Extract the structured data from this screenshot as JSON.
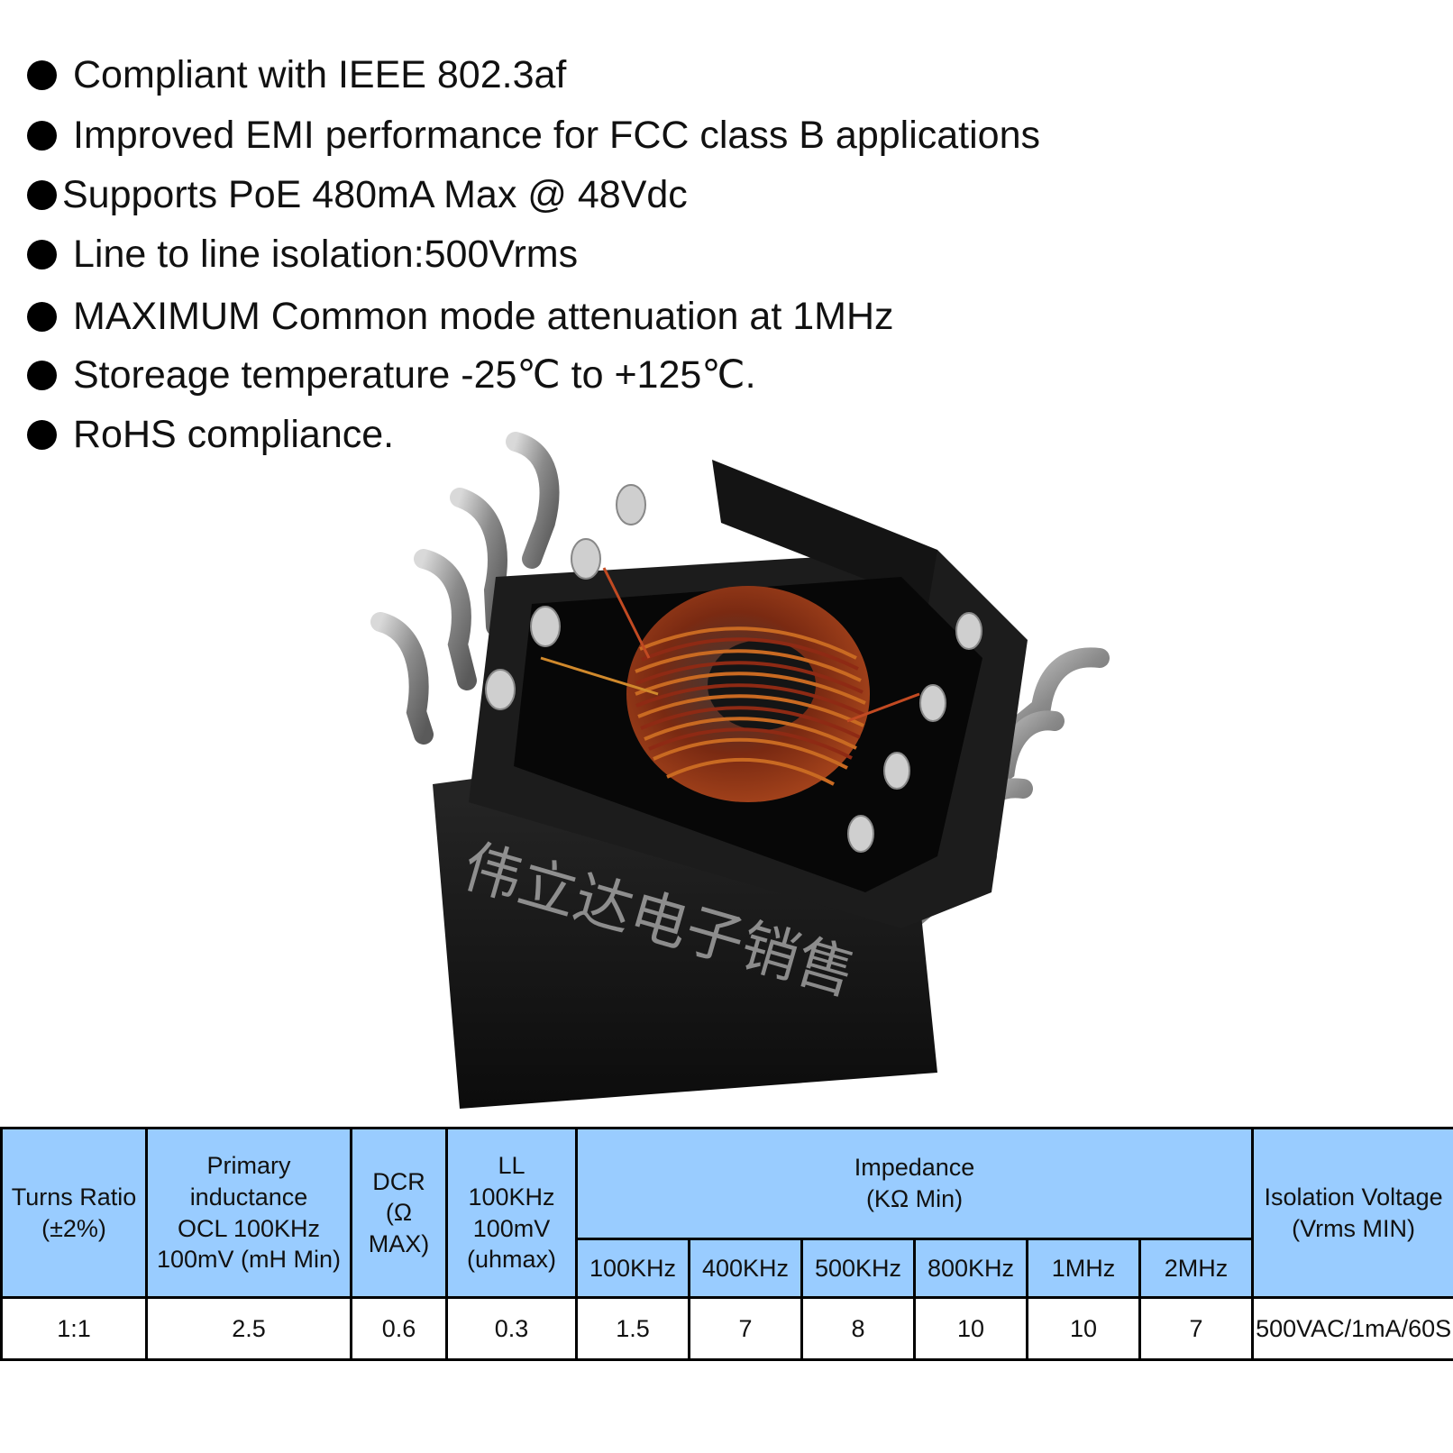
{
  "features": [
    "Compliant with IEEE 802.3af",
    "Improved EMI performance for FCC class B applications",
    "Supports PoE 480mA Max @ 48Vdc",
    "Line to line isolation:500Vrms",
    "MAXIMUM Common mode attenuation at 1MHz",
    "Storeage temperature -25℃ to +125℃.",
    "RoHS compliance."
  ],
  "watermark": "伟立达电子销售",
  "table": {
    "headers": {
      "turns_ratio": "Turns Ratio\n(±2%)",
      "primary_inductance": "Primary\ninductance\nOCL 100KHz\n100mV (mH Min)",
      "dcr": "DCR\n(Ω\nMAX)",
      "ll": "LL\n100KHz\n100mV\n(uhmax)",
      "impedance": "Impedance\n(KΩ  Min)",
      "isolation_voltage": "Isolation Voltage\n(Vrms MIN)"
    },
    "impedance_freqs": [
      "100KHz",
      "400KHz",
      "500KHz",
      "800KHz",
      "1MHz",
      "2MHz"
    ],
    "row": {
      "turns_ratio": "1:1",
      "primary_inductance": "2.5",
      "dcr": "0.6",
      "ll": "0.3",
      "impedance": [
        "1.5",
        "7",
        "8",
        "10",
        "10",
        "7"
      ],
      "isolation_voltage": "500VAC/1mA/60S"
    }
  },
  "colors": {
    "header_bg": "#99ccff",
    "coil_copper": "#b5421c",
    "body_black": "#151515"
  }
}
